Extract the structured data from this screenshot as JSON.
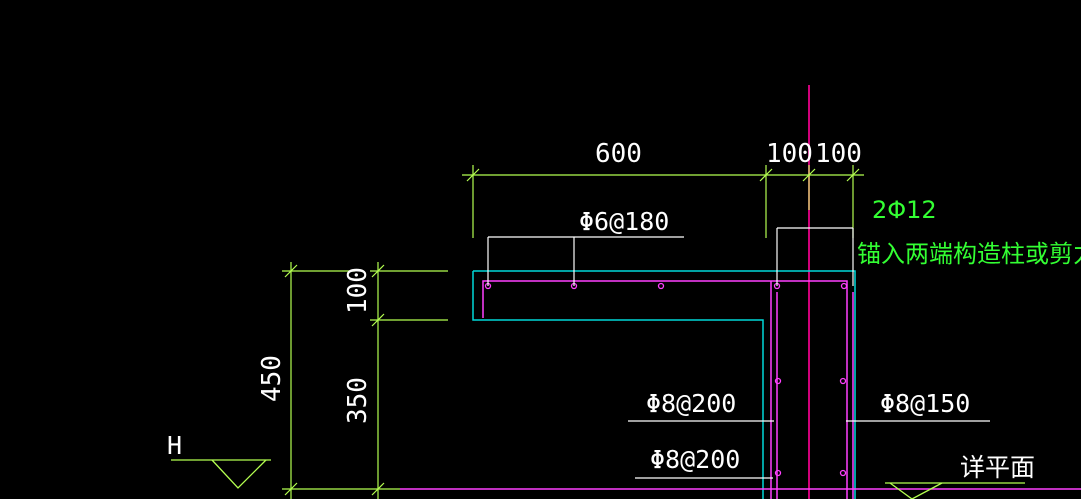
{
  "colors": {
    "background": "#000000",
    "dimension_line": "#b4ff50",
    "outline": "#00d8d8",
    "rebar": "#ff40ff",
    "leader": "#ffffff",
    "axis": "#d0007a",
    "highlight_text": "#33ff33"
  },
  "dimensions": {
    "top_600": "600",
    "top_100_a": "100",
    "top_100_b": "100",
    "left_450": "450",
    "left_100": "100",
    "left_350": "350"
  },
  "labels": {
    "stirrup_top": "Φ6@180",
    "bar_top": "2Φ12",
    "bar_note": "锚入两端构造柱或剪力墙内",
    "rebar_left_1": "Φ8@200",
    "rebar_left_2": "Φ8@200",
    "rebar_right": "Φ8@150",
    "elevation": "H",
    "see_plan": "详平面"
  }
}
